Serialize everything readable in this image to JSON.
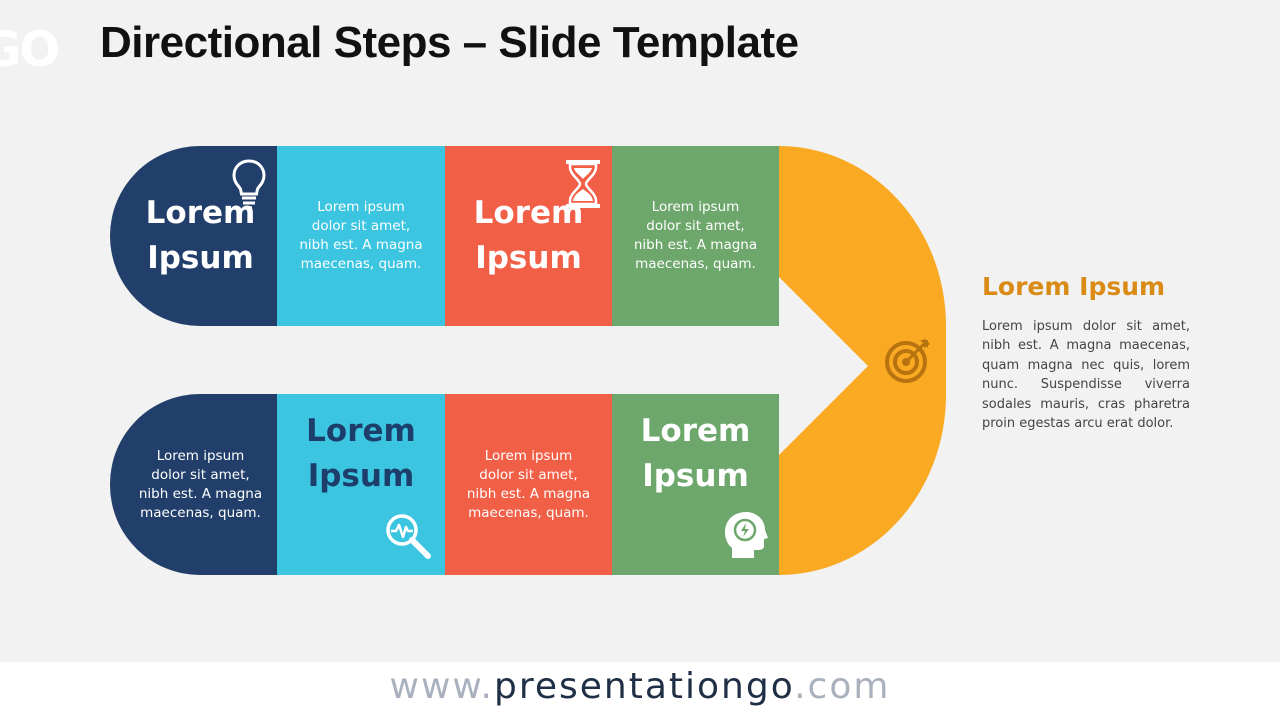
{
  "header": {
    "logo_text": "GO",
    "title": "Directional Steps – Slide Template"
  },
  "diagram": {
    "top_row": [
      {
        "text": "Lorem\nIpsum",
        "icon": "lightbulb-icon"
      },
      {
        "text": "Lorem ipsum\ndolor sit amet,\nnibh est. A magna\nmaecenas, quam."
      },
      {
        "text": "Lorem\nIpsum",
        "icon": "hourglass-icon"
      },
      {
        "text": "Lorem ipsum\ndolor sit amet,\nnibh est. A magna\nmaecenas, quam."
      }
    ],
    "bottom_row": [
      {
        "text": "Lorem ipsum\ndolor sit amet,\nnibh est. A magna\nmaecenas, quam."
      },
      {
        "text": "Lorem\nIpsum",
        "icon": "magnifier-pulse-icon"
      },
      {
        "text": "Lorem ipsum\ndolor sit amet,\nnibh est. A magna\nmaecenas, quam."
      },
      {
        "text": "Lorem\nIpsum",
        "icon": "head-idea-icon"
      }
    ],
    "goal_icon": "target-icon",
    "colors": {
      "navy": "#213f6a",
      "cyan": "#3bc5e1",
      "red": "#f25f47",
      "green": "#6da76c",
      "orange": "#f9a922"
    }
  },
  "sidebar": {
    "title": "Lorem Ipsum",
    "body": "Lorem ipsum dolor sit amet, nibh est. A magna maecenas, quam magna nec quis, lorem nunc. Suspendisse viverra sodales mauris, cras pharetra proin egestas arcu erat dolor."
  },
  "footer": {
    "www": "www.",
    "brand": "presentationgo",
    "tld": ".com"
  }
}
